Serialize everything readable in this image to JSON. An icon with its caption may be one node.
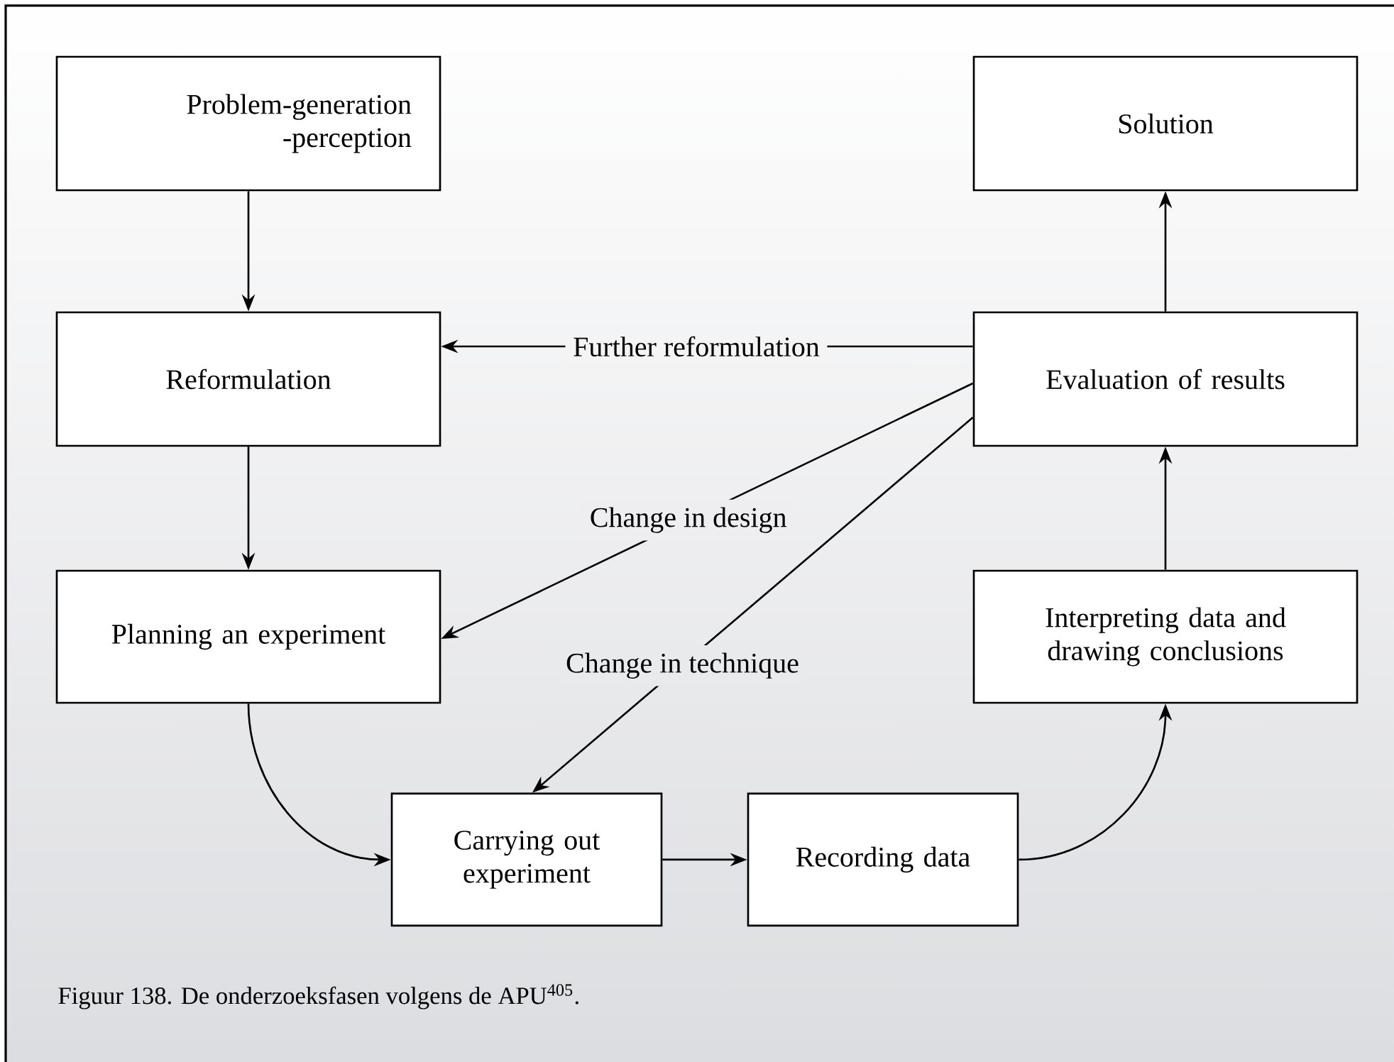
{
  "diagram": {
    "caption": "Figuur 138. De onderzoeksfasen volgens de APU$^{405}$.",
    "nodes": [
      {
        "text": [
          "Problem-generation -perception"
        ]
      },
      {
        "text": [
          "Solution"
        ]
      },
      {
        "text": [
          "Reformulation"
        ]
      },
      {
        "text": [
          "Evaluation of results"
        ]
      },
      {
        "text": [
          "Planning an experiment"
        ]
      },
      {
        "text": [
          "Interpreting data and drawing conclusions"
        ]
      },
      {
        "text": [
          "Carrying out experiment"
        ]
      },
      {
        "text": [
          "Recording data"
        ]
      }
    ],
    "edges": [
      {
        "from": 0,
        "to": 2,
        "arrow": "to"
      },
      {
        "from": 2,
        "to": 4,
        "arrow": "to"
      },
      {
        "from": 4,
        "to": 6,
        "arrow": "to"
      },
      {
        "from": 6,
        "to": 7,
        "arrow": "to"
      },
      {
        "from": 7,
        "to": 5,
        "arrow": "to"
      },
      {
        "from": 5,
        "to": 3,
        "arrow": "to"
      },
      {
        "from": 3,
        "to": 1,
        "arrow": "to"
      },
      {
        "from": 3,
        "to": 2,
        "arrow": "to",
        "label": "Further reformulation"
      },
      {
        "from": 3,
        "to": 4,
        "arrow": "to",
        "label": "Change in design"
      },
      {
        "from": 3,
        "to": 6,
        "arrow": "to",
        "label": "Change in technique"
      }
    ]
  }
}
